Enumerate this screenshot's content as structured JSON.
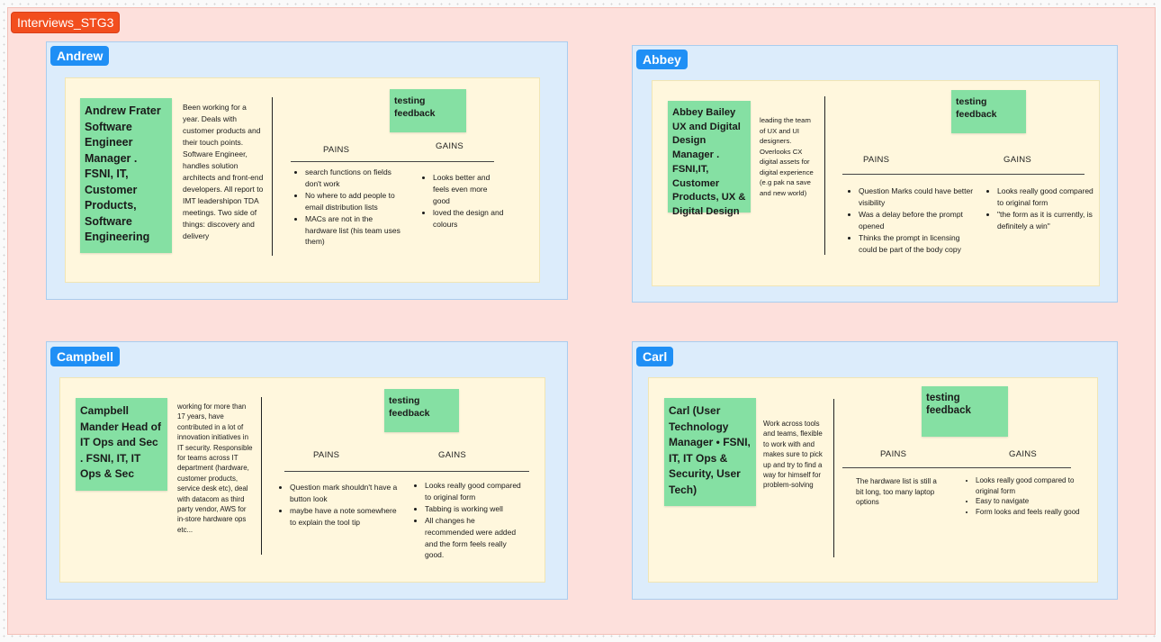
{
  "board": {
    "section_title": "Interviews_STG3",
    "colors": {
      "section_bg": "#fde0dc",
      "tag_orange": "#f24e1e",
      "frame_bg": "#dcecfb",
      "tag_blue": "#1f8ff5",
      "card_bg": "#fff7dd",
      "sticky_green": "#85e0a3"
    }
  },
  "interviews": {
    "andrew": {
      "tag": "Andrew",
      "sticky_title": "Andrew Frater Software Engineer Manager . FSNI, IT, Customer Products, Software Engineering",
      "description": "Been working for a year. Deals with customer products and their touch points. Software Engineer, handles solution architects and front-end developers. All report to IMT leadershipon TDA meetings. Two side of things: discovery and delivery",
      "feedback": "testing feedback",
      "pains_label": "PAINS",
      "gains_label": "GAINS",
      "pains": [
        "search functions on fields don't work",
        "No where to add people to email distribution lists",
        "MACs are not in the hardware list (his team uses them)"
      ],
      "gains": [
        "Looks better and feels even more good",
        "loved the design and colours"
      ]
    },
    "abbey": {
      "tag": "Abbey",
      "sticky_title": "Abbey Bailey UX and Digital Design Manager . FSNI,IT, Customer Products, UX & Digital Design",
      "description": "leading the team of UX and UI designers. Overlooks CX digital assets for digital experience (e.g pak na save and new world)",
      "feedback": "testing feedback",
      "pains_label": "PAINS",
      "gains_label": "GAINS",
      "pains": [
        "Question Marks could have better visibility",
        "Was a delay before the prompt opened",
        "Thinks the prompt in licensing could be part of the body copy"
      ],
      "gains": [
        "Looks really good compared to original form",
        "\"the form as it is currently, is definitely a win\""
      ]
    },
    "campbell": {
      "tag": "Campbell",
      "sticky_title": "Campbell Mander Head of IT Ops and Sec . FSNI, IT, IT Ops & Sec",
      "description": "working for more than 17 years, have contributed in a lot of innovation initiatives in IT security. Responsible for teams across IT department (hardware, customer products, service desk etc), deal with datacom as third party vendor, AWS for in-store hardware ops etc...",
      "feedback": "testing feedback",
      "pains_label": "PAINS",
      "gains_label": "GAINS",
      "pains": [
        "Question mark shouldn't have a button look",
        "maybe have a note somewhere to explain the tool tip"
      ],
      "gains": [
        "Looks really good compared to original form",
        "Tabbing is working well",
        "All changes he recommended were added and the form feels really good."
      ]
    },
    "carl": {
      "tag": "Carl",
      "sticky_title": "Carl (User Technology Manager • FSNI, IT, IT Ops & Security, User Tech)",
      "description": "Work across tools and teams, flexible to work with and makes sure to pick up and try to find a way for himself for problem-solving",
      "feedback": "testing feedback",
      "pains_label": "PAINS",
      "gains_label": "GAINS",
      "pains_text": "The hardware list is still a bit long, too many laptop options",
      "gains": [
        "Looks really good compared to original form",
        "Easy to navigate",
        "Form looks and feels really good"
      ]
    }
  }
}
